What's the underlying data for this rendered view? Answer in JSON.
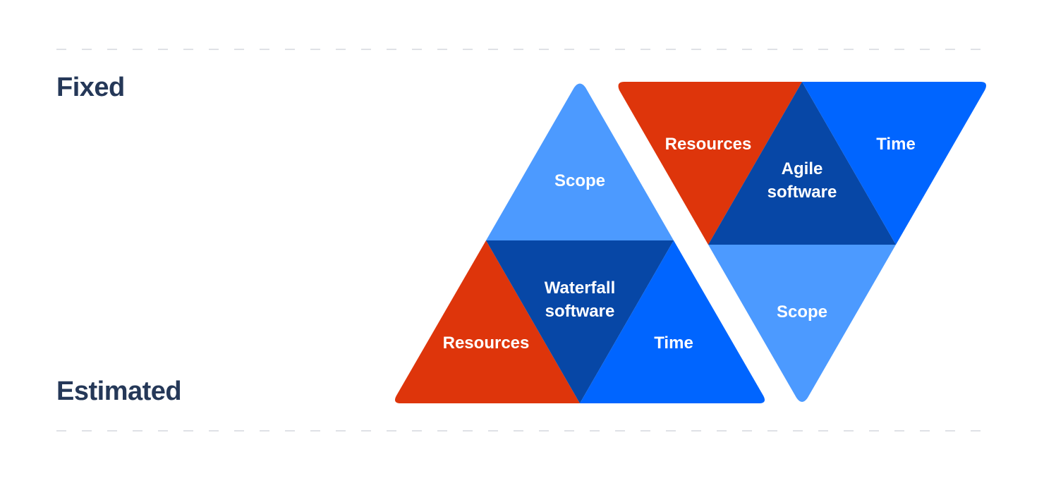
{
  "labels": {
    "fixed": "Fixed",
    "estimated": "Estimated"
  },
  "waterfall": {
    "top": "Scope",
    "center_line1": "Waterfall",
    "center_line2": "software",
    "bottom_left": "Resources",
    "bottom_right": "Time"
  },
  "agile": {
    "top_left": "Resources",
    "center_line1": "Agile",
    "center_line2": "software",
    "top_right": "Time",
    "bottom": "Scope"
  },
  "colors": {
    "resources": "#DE350B",
    "scope": "#4C9AFF",
    "time": "#0065FF",
    "center": "#0747A6",
    "label_text": "#253858",
    "dashed_line": "#DFE1E6"
  }
}
